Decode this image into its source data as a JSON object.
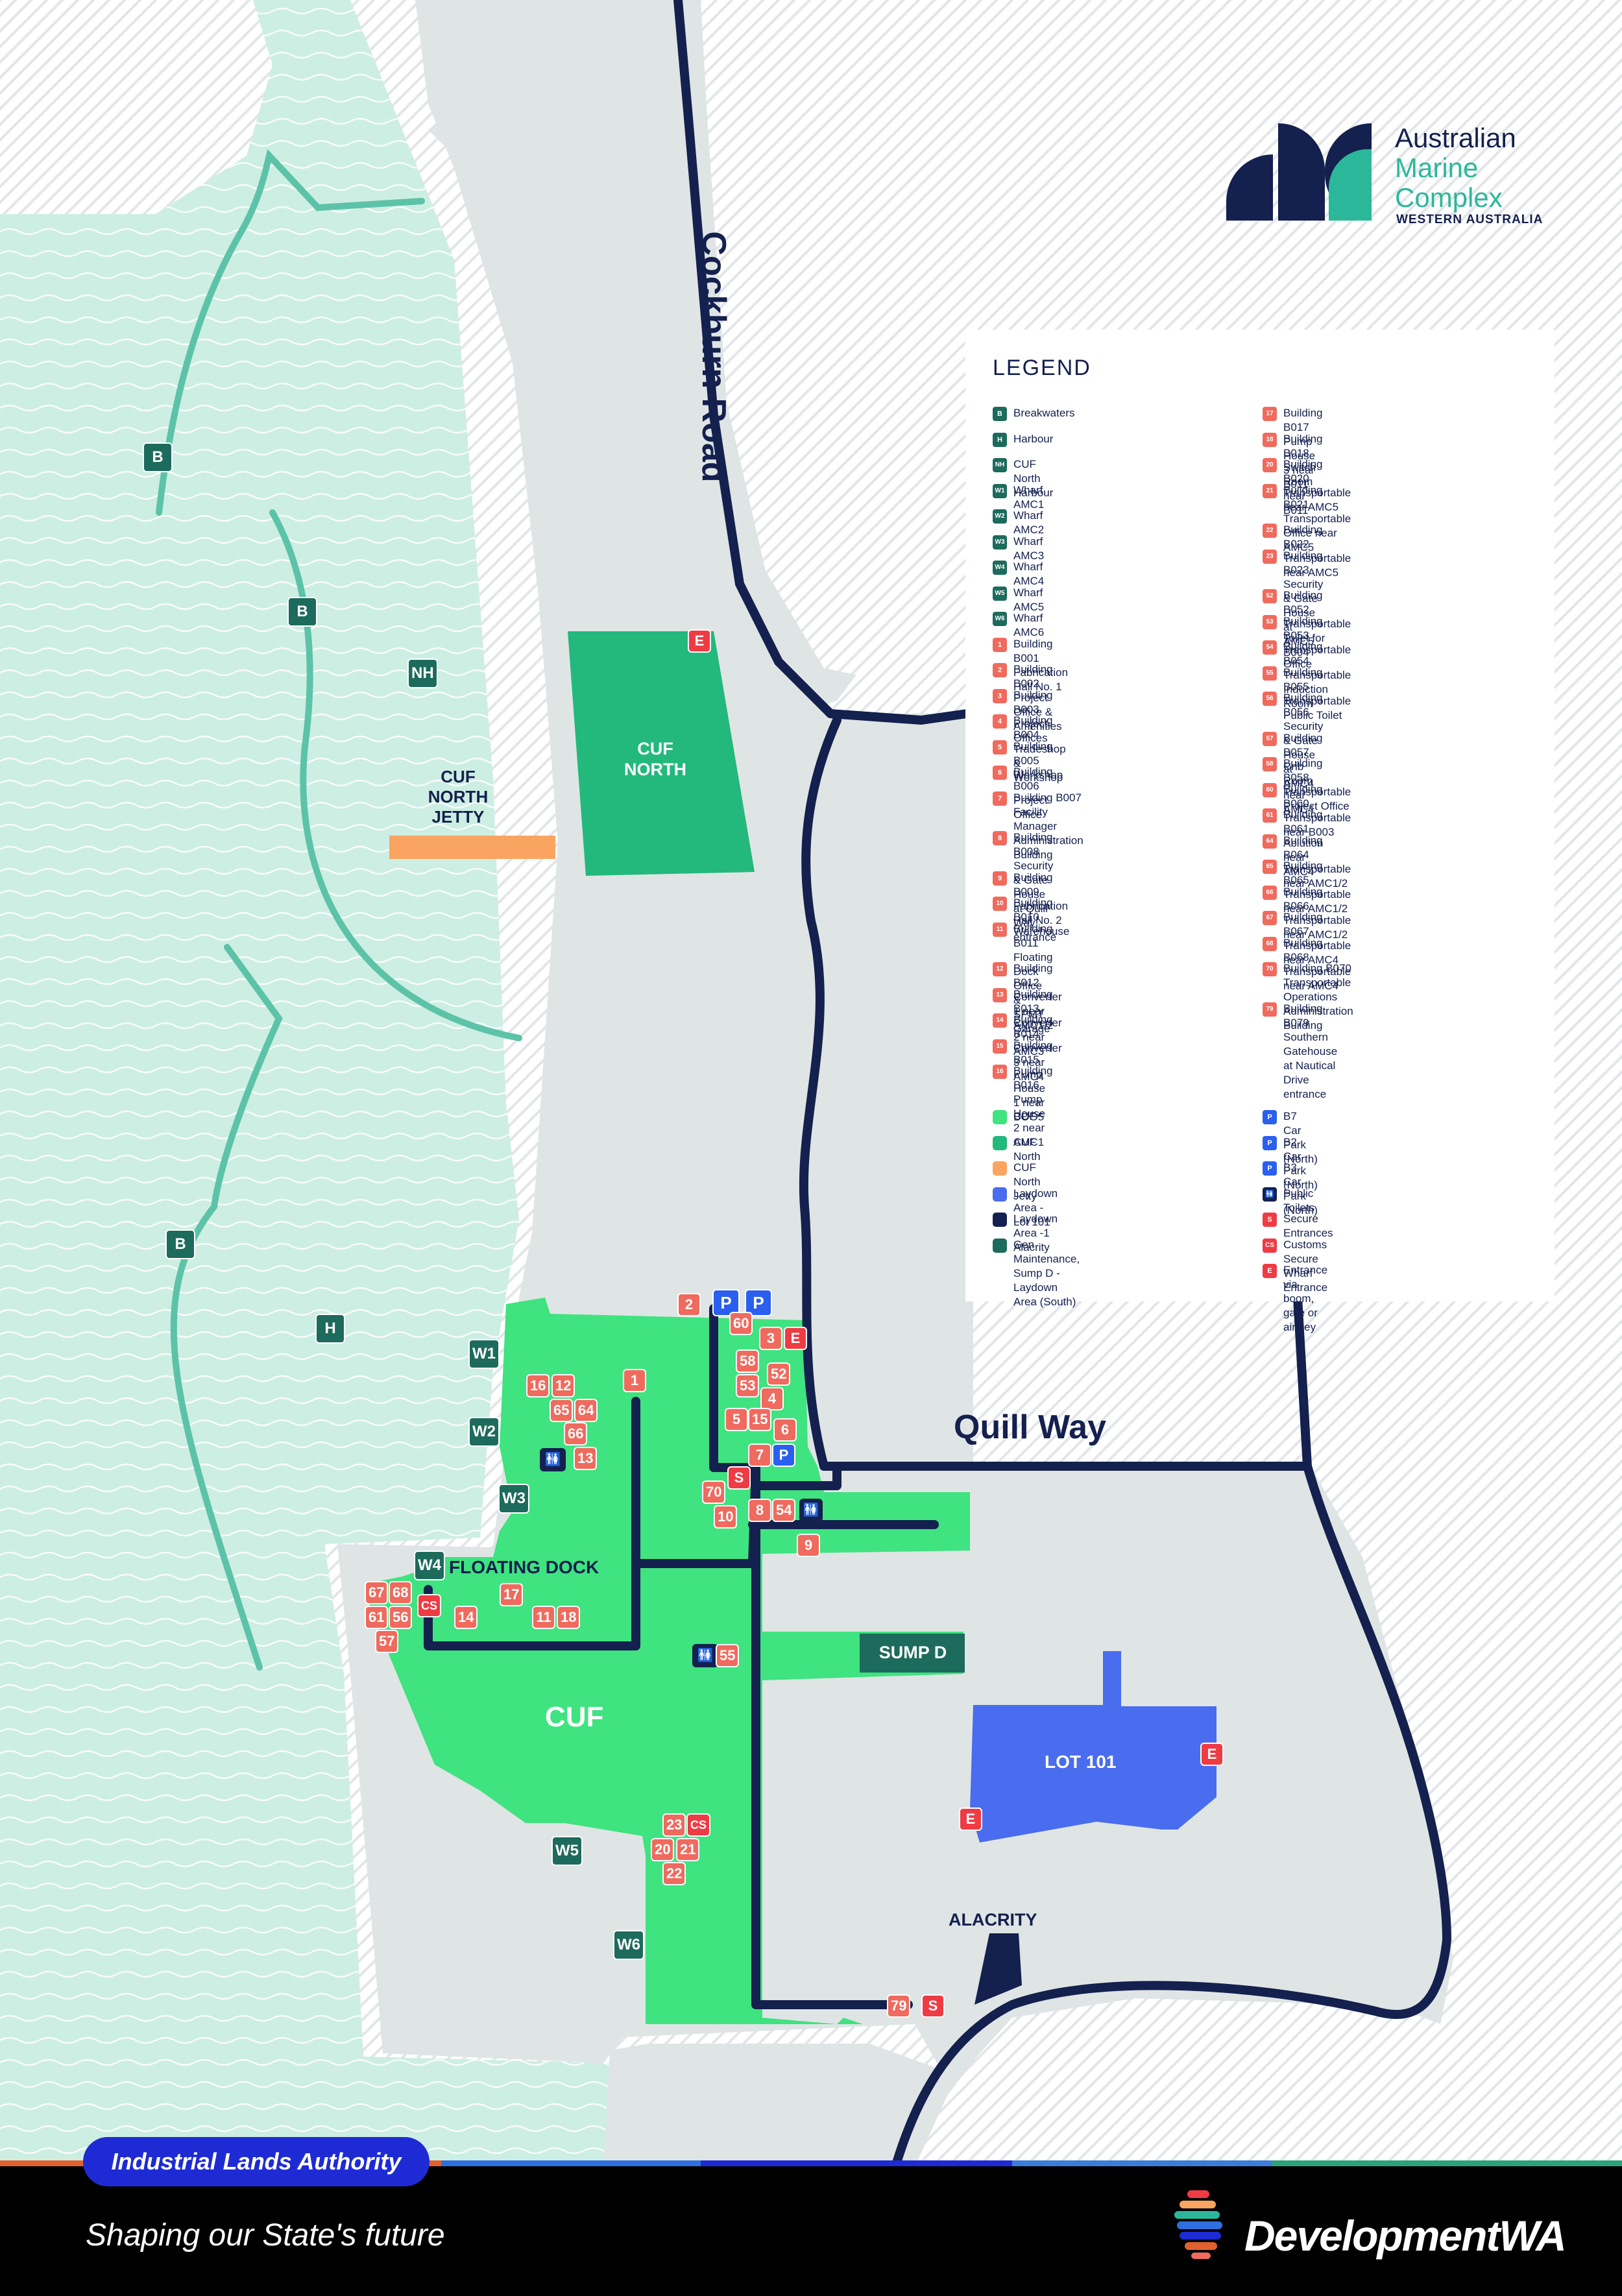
{
  "colors": {
    "sea": "#cdeee3",
    "land": "#dfe5e4",
    "road": "#14204e",
    "cuf": "#3fe37f",
    "cuf_north": "#23b97c",
    "jetty": "#f9a561",
    "lot101": "#4a6cee",
    "breakwater": "#5cc3a8",
    "marker_green": "#1d6b5c",
    "marker_red": "#ef3b44",
    "marker_salmon": "#f06a5e",
    "marker_blue": "#2b5ff0"
  },
  "map": {
    "road_cockburn": "Cockburn Road",
    "road_quill": "Quill Way",
    "area_cuf_north": "CUF\nNORTH",
    "area_cuf_north_jetty": "CUF\nNORTH\nJETTY",
    "area_floating_dock": "FLOATING DOCK",
    "area_cuf": "CUF",
    "area_sump_d": "SUMP D",
    "area_lot101": "LOT 101",
    "area_alacrity": "ALACRITY",
    "markers": {
      "b1": "B",
      "b2": "B",
      "b3": "B",
      "nh": "NH",
      "h": "H",
      "w1": "W1",
      "w2": "W2",
      "w3": "W3",
      "w4": "W4",
      "w5": "W5",
      "w6": "W6",
      "e_cufnorth": "E",
      "e_top": "E",
      "e_lot_right": "E",
      "e_lot_left": "E",
      "p1": "P",
      "p2": "P",
      "p3": "P",
      "s1": "S",
      "s2": "S",
      "cs1": "CS",
      "cs2": "CS",
      "n2": "2",
      "n60": "60",
      "n3": "3",
      "n58": "58",
      "n52": "52",
      "n53": "53",
      "n4": "4",
      "n5": "5",
      "n15": "15",
      "n6": "6",
      "n7": "7",
      "n70": "70",
      "n10": "10",
      "n8": "8",
      "n54": "54",
      "n9": "9",
      "n16": "16",
      "n12": "12",
      "n65": "65",
      "n64": "64",
      "n66": "66",
      "n13": "13",
      "n1": "1",
      "n67": "67",
      "n68": "68",
      "n61": "61",
      "n56": "56",
      "n57": "57",
      "n14": "14",
      "n17": "17",
      "n11": "11",
      "n18": "18",
      "n55": "55",
      "n23": "23",
      "n20": "20",
      "n21": "21",
      "n22": "22",
      "n79": "79"
    }
  },
  "logo": {
    "line1": "Australian",
    "line2": "Marine",
    "line3": "Complex",
    "line4": "WESTERN AUSTRALIA"
  },
  "legend": {
    "title": "LEGEND",
    "left": [
      {
        "code": "B",
        "kind": "green",
        "text": "Breakwaters"
      },
      {
        "code": "H",
        "kind": "green",
        "text": "Harbour"
      },
      {
        "code": "NH",
        "kind": "green",
        "text": "CUF North Harbour"
      },
      {
        "code": "W1",
        "kind": "green",
        "text": "Wharf AMC1"
      },
      {
        "code": "W2",
        "kind": "green",
        "text": "Wharf AMC2"
      },
      {
        "code": "W3",
        "kind": "green",
        "text": "Wharf AMC3"
      },
      {
        "code": "W4",
        "kind": "green",
        "text": "Wharf AMC4"
      },
      {
        "code": "W5",
        "kind": "green",
        "text": "Wharf AMC5"
      },
      {
        "code": "W6",
        "kind": "green",
        "text": "Wharf AMC6"
      },
      {
        "code": "1",
        "kind": "salmon",
        "text": "Building B001 Fabrication Hall No. 1"
      },
      {
        "code": "2",
        "kind": "salmon",
        "text": "Building B002 Project Office & Amenities"
      },
      {
        "code": "3",
        "kind": "salmon",
        "text": "Building B003 Project Offices"
      },
      {
        "code": "4",
        "kind": "salmon",
        "text": "Building B004 Tradeshop & Workshop"
      },
      {
        "code": "5",
        "kind": "salmon",
        "text": "Building B005 Workshop"
      },
      {
        "code": "6",
        "kind": "salmon",
        "text": "Building B006 Project Office"
      },
      {
        "code": "7",
        "kind": "salmon",
        "text": "Building B007 Facility Manager\nAdministration Building"
      },
      {
        "code": "8",
        "kind": "salmon",
        "text": "Building B008 Security & Gate House\nat Quill Way entrance"
      },
      {
        "code": "9",
        "kind": "salmon",
        "text": "Building B009 Fabrication Hall No. 2"
      },
      {
        "code": "10",
        "kind": "salmon",
        "text": "Building B010 Warehouse"
      },
      {
        "code": "11",
        "kind": "salmon",
        "text": "Building B011 Floating Dock Office\n& SPMT Garage"
      },
      {
        "code": "12",
        "kind": "salmon",
        "text": "Building B012 Converter 1 near AMC1/2"
      },
      {
        "code": "13",
        "kind": "salmon",
        "text": "Building B013 Converter 2 near AMC3"
      },
      {
        "code": "14",
        "kind": "salmon",
        "text": "Building B014 Converter 3 near AMC4"
      },
      {
        "code": "15",
        "kind": "salmon",
        "text": "Building B015 Pump House 1 near BOO5"
      },
      {
        "code": "16",
        "kind": "salmon",
        "text": "Building B016 Pump House 2 near AMC1"
      }
    ],
    "right": [
      {
        "code": "17",
        "kind": "salmon",
        "text": "Building B017 Pump House 3 near B011"
      },
      {
        "code": "18",
        "kind": "salmon",
        "text": "Building B018 Switch Room near B011"
      },
      {
        "code": "20",
        "kind": "salmon",
        "text": "Building B020 Transportable near AMC5"
      },
      {
        "code": "21",
        "kind": "salmon",
        "text": "Building B021 Transportable Office near\nAMC5"
      },
      {
        "code": "22",
        "kind": "salmon",
        "text": "Building B022 Transportable near AMC5"
      },
      {
        "code": "23",
        "kind": "salmon",
        "text": "Building B023 Security & Gate House\nat AMC5"
      },
      {
        "code": "52",
        "kind": "salmon",
        "text": "Building B052 Transportable Toilet for B004"
      },
      {
        "code": "53",
        "kind": "salmon",
        "text": "Building B053 Transportable Office"
      },
      {
        "code": "54",
        "kind": "salmon",
        "text": "Building B054 Transportable Induction Room"
      },
      {
        "code": "55",
        "kind": "salmon",
        "text": "Building B055 Transportable Public Toilet"
      },
      {
        "code": "56",
        "kind": "salmon",
        "text": "Building B056 Security & Gate House\nat AMC4"
      },
      {
        "code": "57",
        "kind": "salmon",
        "text": "Building B057 Crib Room near AMC4"
      },
      {
        "code": "58",
        "kind": "salmon",
        "text": "Building B058 Transportable Project Office"
      },
      {
        "code": "60",
        "kind": "salmon",
        "text": "Building B060 Transportable near B003"
      },
      {
        "code": "61",
        "kind": "salmon",
        "text": "Building B061 Ablution near AMC4"
      },
      {
        "code": "64",
        "kind": "salmon",
        "text": "Building B064 Transportable near AMC1/2"
      },
      {
        "code": "65",
        "kind": "salmon",
        "text": "Building B065 Transportable near AMC1/2"
      },
      {
        "code": "66",
        "kind": "salmon",
        "text": "Building B066 Transportable near AMC1/2"
      },
      {
        "code": "67",
        "kind": "salmon",
        "text": "Building B067 Transportable near AMC4"
      },
      {
        "code": "68",
        "kind": "salmon",
        "text": "Building B068 Transportable near AMC4"
      },
      {
        "code": "70",
        "kind": "salmon",
        "text": "Building B070 Transportable Operations\nAdministration Building"
      },
      {
        "code": "79",
        "kind": "salmon",
        "text": "Building B079 Southern Gatehouse\nat Nautical Drive entrance"
      }
    ],
    "areas_left": [
      {
        "color": "#3fe37f",
        "text": "CUF"
      },
      {
        "color": "#23b97c",
        "text": "CUF North"
      },
      {
        "color": "#f9a561",
        "text": "CUF North Jetty"
      },
      {
        "color": "#4a6cee",
        "text": "Laydown Area -Lot 101"
      },
      {
        "color": "#14204e",
        "text": "Laydown Area -1 Alacrity"
      },
      {
        "color": "#1d6b5c",
        "text": "Gen Maintenance, Sump D -\nLaydown Area (South)"
      }
    ],
    "areas_right": [
      {
        "code": "P",
        "kind": "blue",
        "text": "B7 Car Park (North)"
      },
      {
        "code": "P",
        "kind": "blue",
        "text": "B2 Car Park (North)"
      },
      {
        "code": "P",
        "kind": "blue",
        "text": "B3 Car Park (North)"
      },
      {
        "code": "wc",
        "kind": "navy",
        "text": "Public Toilets"
      },
      {
        "code": "S",
        "kind": "red",
        "text": "Secure Entrances"
      },
      {
        "code": "CS",
        "kind": "red",
        "text": "Customs Secure Wharf Entrance"
      },
      {
        "code": "E",
        "kind": "red",
        "text": "Entrance via boom, gate or air key"
      }
    ]
  },
  "footer": {
    "badge": "Industrial Lands Authority",
    "tagline": "Shaping our State's future",
    "brand": "DevelopmentWA"
  }
}
